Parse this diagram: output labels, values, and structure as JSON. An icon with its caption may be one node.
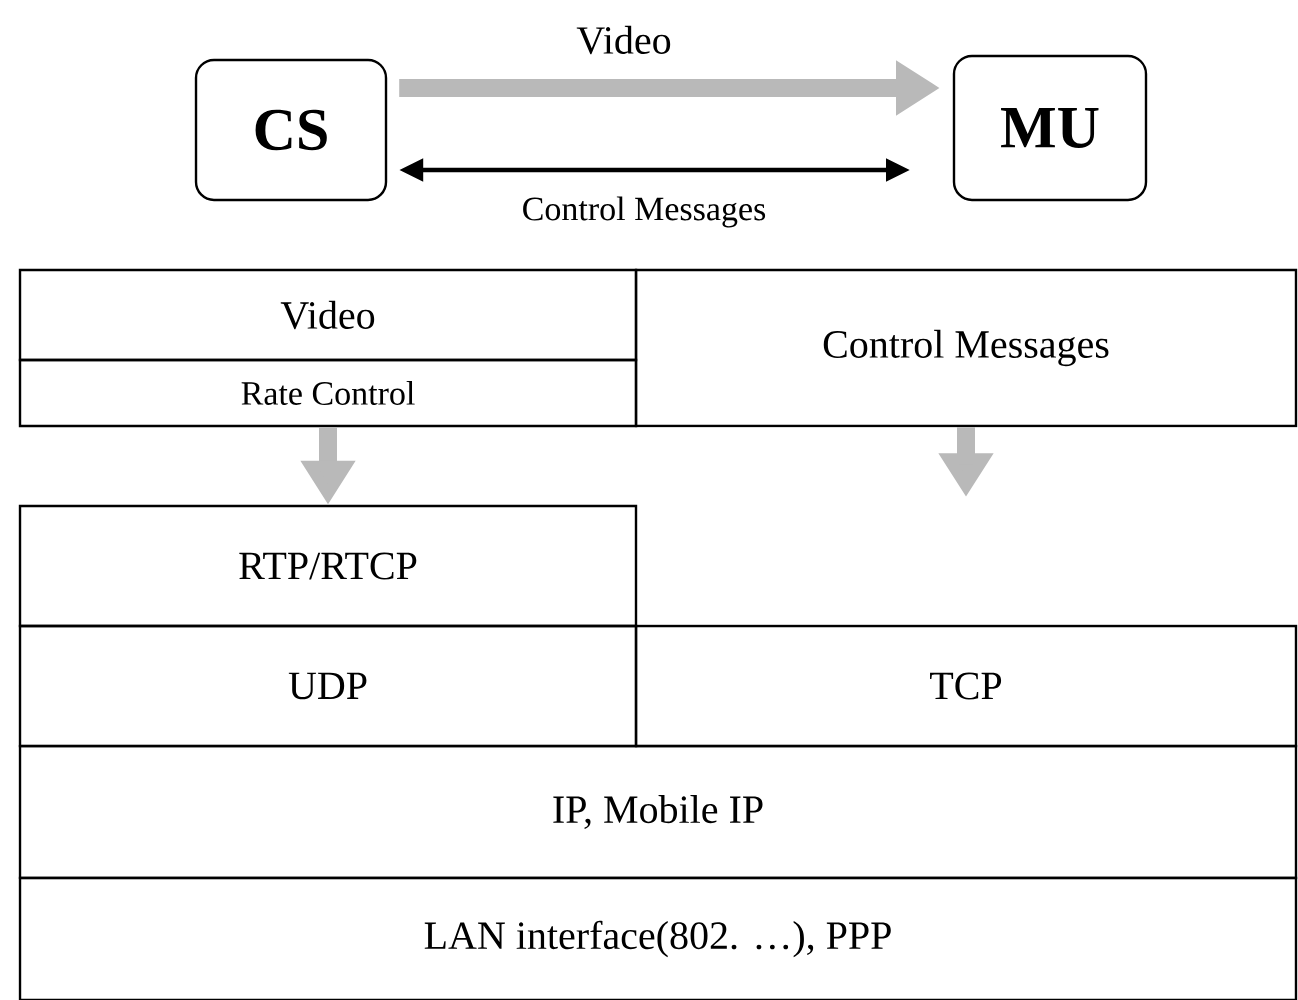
{
  "diagram": {
    "nodes": [
      {
        "text": [
          "CS"
        ]
      },
      {
        "text": [
          "MU"
        ]
      },
      {
        "text": [
          "Video"
        ]
      },
      {
        "text": [
          "Rate Control"
        ]
      },
      {
        "text": [
          "Control Messages"
        ]
      },
      {
        "text": [
          "RTP/RTCP"
        ]
      },
      {
        "text": [
          "UDP"
        ]
      },
      {
        "text": [
          "TCP"
        ]
      },
      {
        "text": [
          "IP, Mobile IP"
        ]
      },
      {
        "text": [
          "LAN interface(802. …), PPP"
        ]
      }
    ],
    "edges": [
      {
        "from": 0,
        "to": 1,
        "arrow": "to",
        "label": "Video"
      },
      {
        "from": 0,
        "to": 1,
        "arrow": "both",
        "label": "Control Messages",
        "color": "#000000"
      },
      {
        "from": 3,
        "to": 5,
        "arrow": "to"
      },
      {
        "from": 4,
        "to": null,
        "arrow": "to"
      }
    ]
  }
}
